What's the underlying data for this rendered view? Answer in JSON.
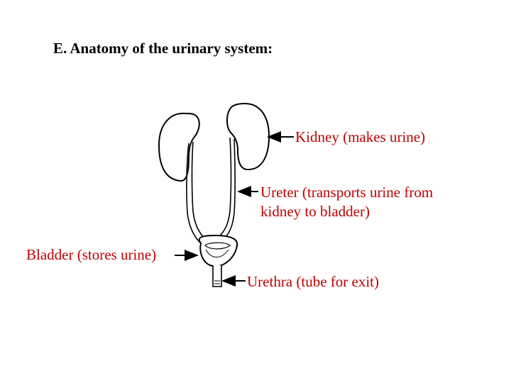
{
  "title": "E.  Anatomy of the urinary system:",
  "labels": {
    "kidney": "Kidney (makes urine)",
    "ureter_line1": "Ureter (transports urine from",
    "ureter_line2": "kidney to bladder)",
    "bladder": "Bladder (stores urine)",
    "urethra": "Urethra (tube for exit)"
  },
  "colors": {
    "label_text": "#c00000",
    "title_text": "#000000",
    "outline": "#000000",
    "fill": "#ffffff"
  }
}
